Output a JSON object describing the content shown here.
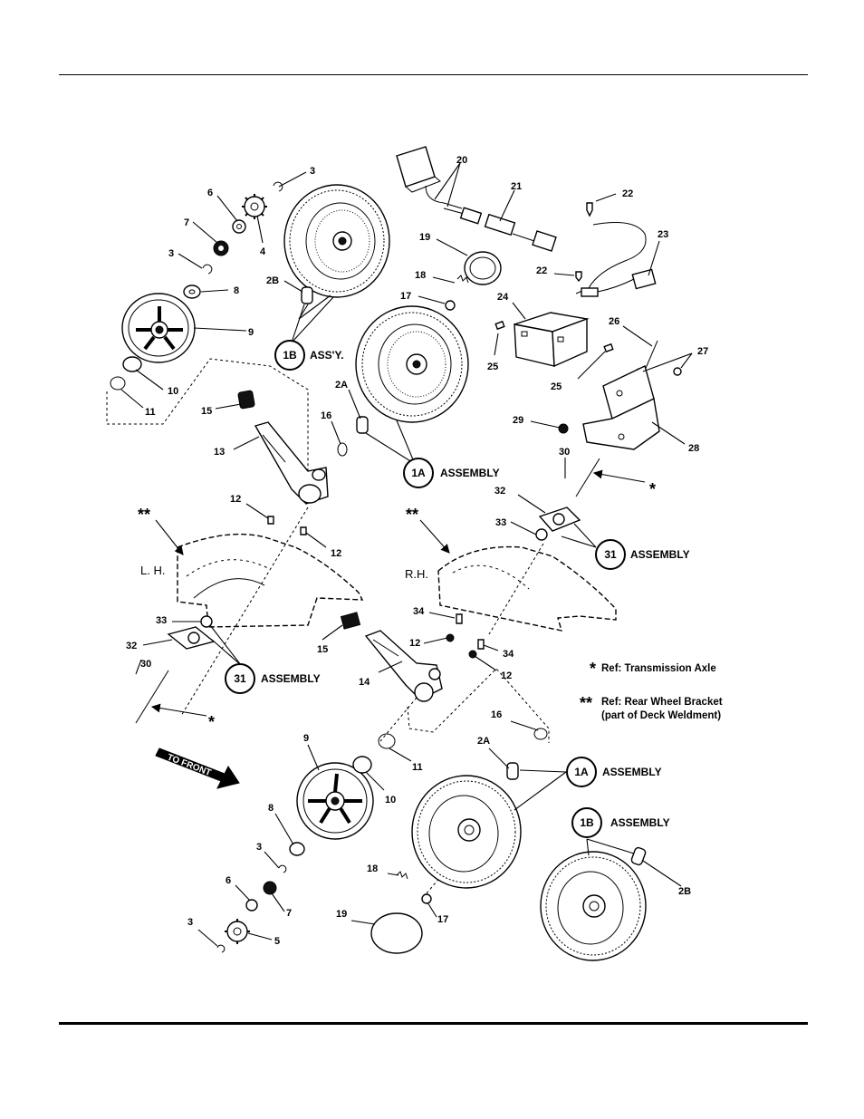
{
  "callouts": [
    {
      "id": "3a",
      "text": "3"
    },
    {
      "id": "6a",
      "text": "6"
    },
    {
      "id": "4",
      "text": "4"
    },
    {
      "id": "7a",
      "text": "7"
    },
    {
      "id": "3b",
      "text": "3"
    },
    {
      "id": "8a",
      "text": "8"
    },
    {
      "id": "9a",
      "text": "9"
    },
    {
      "id": "10a",
      "text": "10"
    },
    {
      "id": "11a",
      "text": "11"
    },
    {
      "id": "2Ba",
      "text": "2B"
    },
    {
      "id": "20",
      "text": "20"
    },
    {
      "id": "21",
      "text": "21"
    },
    {
      "id": "22a",
      "text": "22"
    },
    {
      "id": "22b",
      "text": "22"
    },
    {
      "id": "23",
      "text": "23"
    },
    {
      "id": "19a",
      "text": "19"
    },
    {
      "id": "18a",
      "text": "18"
    },
    {
      "id": "17a",
      "text": "17"
    },
    {
      "id": "24",
      "text": "24"
    },
    {
      "id": "25a",
      "text": "25"
    },
    {
      "id": "25b",
      "text": "25"
    },
    {
      "id": "26",
      "text": "26"
    },
    {
      "id": "27",
      "text": "27"
    },
    {
      "id": "28",
      "text": "28"
    },
    {
      "id": "29",
      "text": "29"
    },
    {
      "id": "30a",
      "text": "30"
    },
    {
      "id": "2Aa",
      "text": "2A"
    },
    {
      "id": "16a",
      "text": "16"
    },
    {
      "id": "15a",
      "text": "15"
    },
    {
      "id": "13",
      "text": "13"
    },
    {
      "id": "12a",
      "text": "12"
    },
    {
      "id": "12b",
      "text": "12"
    },
    {
      "id": "32a",
      "text": "32"
    },
    {
      "id": "33a",
      "text": "33"
    },
    {
      "id": "34a",
      "text": "34"
    },
    {
      "id": "12c",
      "text": "12"
    },
    {
      "id": "34b",
      "text": "34"
    },
    {
      "id": "12d",
      "text": "12"
    },
    {
      "id": "15b",
      "text": "15"
    },
    {
      "id": "14",
      "text": "14"
    },
    {
      "id": "33b",
      "text": "33"
    },
    {
      "id": "32b",
      "text": "32"
    },
    {
      "id": "30b",
      "text": "30"
    },
    {
      "id": "9b",
      "text": "9"
    },
    {
      "id": "10b",
      "text": "10"
    },
    {
      "id": "11b",
      "text": "11"
    },
    {
      "id": "16b",
      "text": "16"
    },
    {
      "id": "2Ab",
      "text": "2A"
    },
    {
      "id": "8b",
      "text": "8"
    },
    {
      "id": "3c",
      "text": "3"
    },
    {
      "id": "6b",
      "text": "6"
    },
    {
      "id": "7b",
      "text": "7"
    },
    {
      "id": "18b",
      "text": "18"
    },
    {
      "id": "19b",
      "text": "19"
    },
    {
      "id": "17b",
      "text": "17"
    },
    {
      "id": "3d",
      "text": "3"
    },
    {
      "id": "5",
      "text": "5"
    },
    {
      "id": "2Bb",
      "text": "2B"
    }
  ],
  "assemblies": {
    "a1B_top": {
      "badge": "1B",
      "label": "ASS'Y."
    },
    "a1A_top": {
      "badge": "1A",
      "label": "ASSEMBLY"
    },
    "a31_right": {
      "badge": "31",
      "label": "ASSEMBLY"
    },
    "a31_left": {
      "badge": "31",
      "label": "ASSEMBLY"
    },
    "a1A_bottom": {
      "badge": "1A",
      "label": "ASSEMBLY"
    },
    "a1B_bottom": {
      "badge": "1B",
      "label": "ASSEMBLY"
    }
  },
  "sides": {
    "left": "L. H.",
    "right": "R.H."
  },
  "markers": {
    "single": "*",
    "double": "**"
  },
  "notes": {
    "transmission": {
      "mark": "*",
      "text": "Ref: Transmission Axle"
    },
    "rear_bracket": {
      "mark": "**",
      "line1": "Ref: Rear Wheel Bracket",
      "line2": "(part of Deck Weldment)"
    }
  },
  "to_front": "TO FRONT"
}
